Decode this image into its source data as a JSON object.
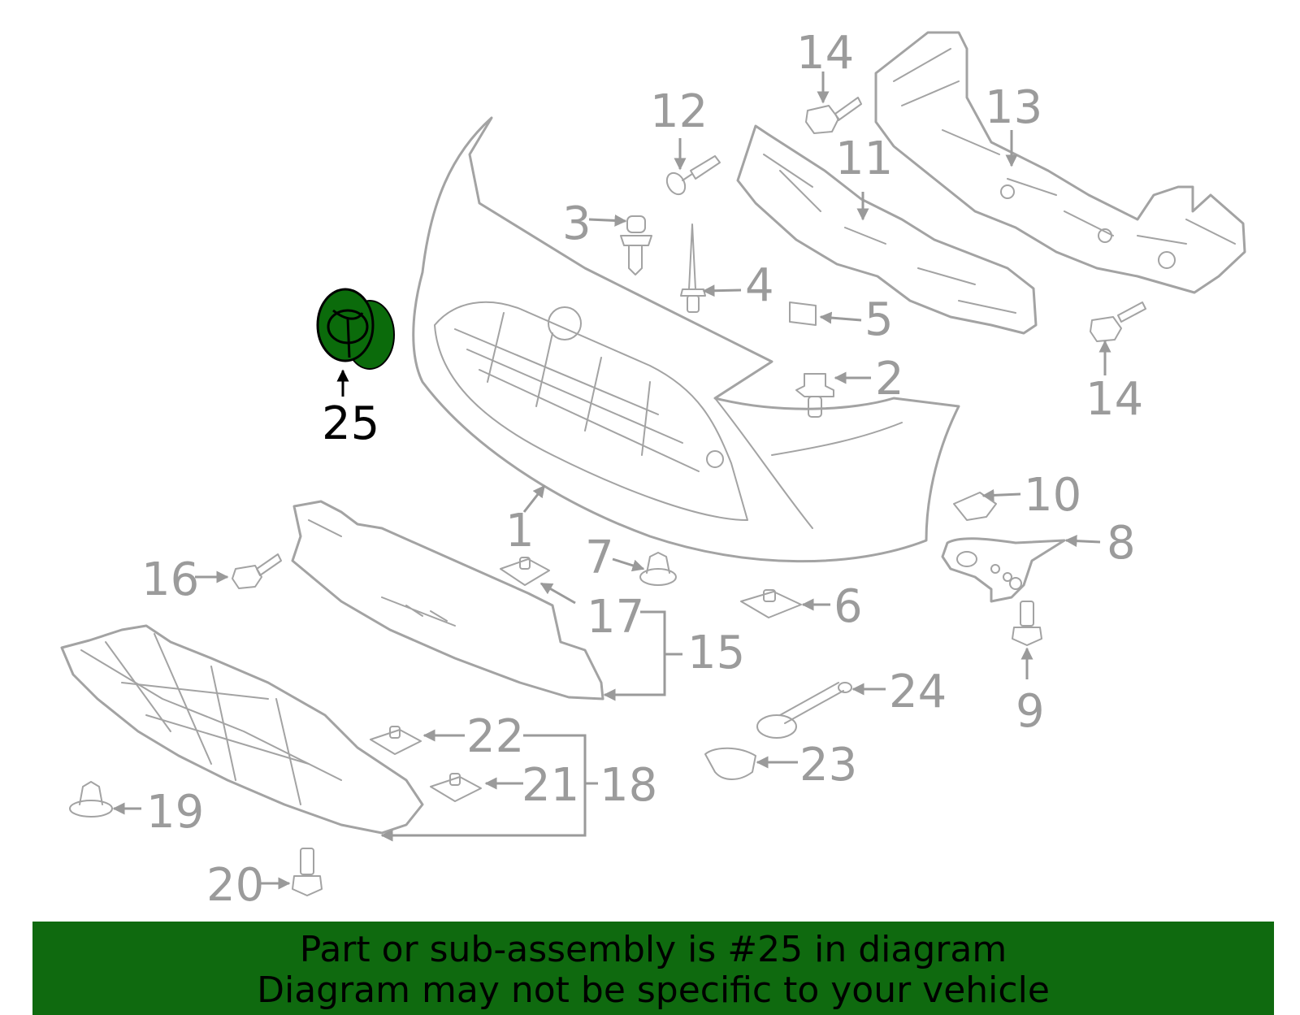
{
  "colors": {
    "part_line": "#a3a3a3",
    "highlight_fill": "#0b6b0b",
    "banner_bg": "#0f6a0f",
    "label_gray": "#9b9b9b",
    "label_highlight": "#000000"
  },
  "callouts": {
    "c1": "1",
    "c2": "2",
    "c3": "3",
    "c4": "4",
    "c5": "5",
    "c6": "6",
    "c7": "7",
    "c8": "8",
    "c9": "9",
    "c10": "10",
    "c11": "11",
    "c12": "12",
    "c13": "13",
    "c14a": "14",
    "c14b": "14",
    "c15": "15",
    "c16": "16",
    "c17": "17",
    "c18": "18",
    "c19": "19",
    "c20": "20",
    "c21": "21",
    "c22": "22",
    "c23": "23",
    "c24": "24",
    "c25": "25"
  },
  "highlighted_part": "25",
  "banner": {
    "line1": "Part or sub-assembly is #25 in diagram",
    "line2": "Diagram may not be specific to your vehicle"
  }
}
